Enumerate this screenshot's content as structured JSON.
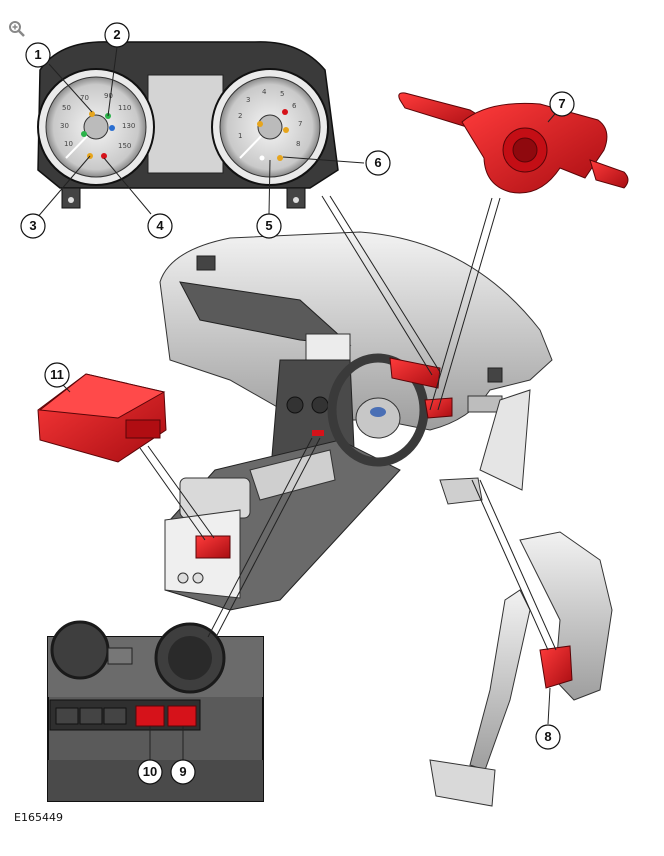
{
  "figure_id": "E165449",
  "icons": {
    "zoom": "zoom-in-icon"
  },
  "callouts": [
    {
      "label": "1"
    },
    {
      "label": "2"
    },
    {
      "label": "3"
    },
    {
      "label": "4"
    },
    {
      "label": "5"
    },
    {
      "label": "6"
    },
    {
      "label": "7"
    },
    {
      "label": "8"
    },
    {
      "label": "9"
    },
    {
      "label": "10"
    },
    {
      "label": "11"
    }
  ],
  "speedo_ticks": [
    "50",
    "70",
    "90",
    "110",
    "130",
    "150",
    "30",
    "10"
  ],
  "tacho_ticks": [
    "1",
    "2",
    "3",
    "4",
    "5",
    "6",
    "7",
    "8"
  ],
  "colors": {
    "component_red": "#d6121a",
    "outline": "#222222",
    "grey_fill": "#d9d9d9"
  }
}
